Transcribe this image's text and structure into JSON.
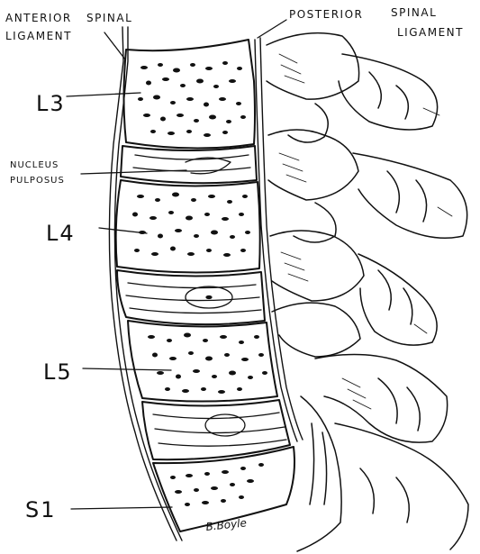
{
  "labels": {
    "anterior_line1": "ANTERIOR",
    "anterior_line2": "SPINAL",
    "anterior_line3": "LIGAMENT",
    "posterior_line1": "POSTERIOR",
    "posterior_line2": "SPINAL",
    "posterior_line3": "LIGAMENT",
    "nucleus_line1": "NUCLEUS",
    "nucleus_line2": "PULPOSUS",
    "l3": "L3",
    "l4": "L4",
    "l5": "L5",
    "s1": "S1",
    "signature": "B.Boyle"
  },
  "colors": {
    "ink": "#111111",
    "background": "#ffffff"
  }
}
